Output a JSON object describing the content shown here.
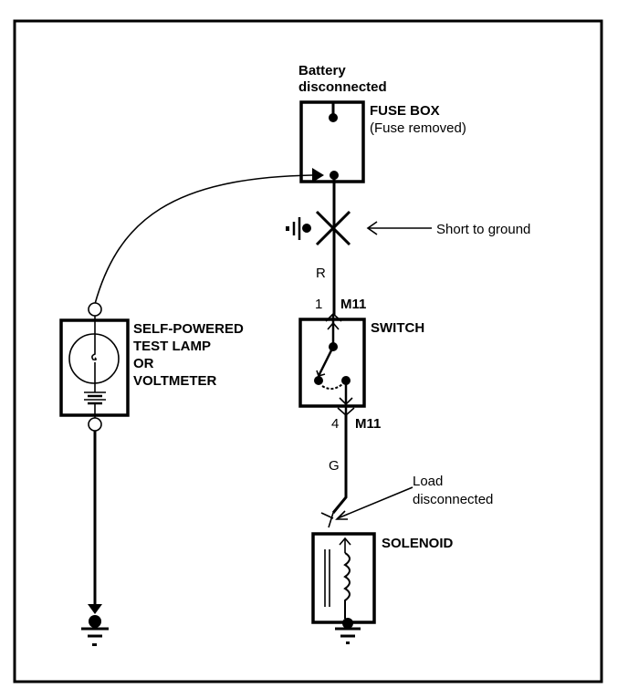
{
  "diagram": {
    "type": "wiring-schematic",
    "title": "Short to ground test",
    "colors": {
      "line": "#000000",
      "background": "#ffffff"
    },
    "labels": {
      "battery_line1": "Battery",
      "battery_line2": "disconnected",
      "fuse_box": "FUSE BOX",
      "fuse_removed": "(Fuse removed)",
      "short_to_ground": "Short to ground",
      "wire_color_r": "R",
      "pin_top": "1",
      "connector_top": "M11",
      "switch": "SWITCH",
      "pin_bottom": "4",
      "connector_bottom": "M11",
      "wire_color_g": "G",
      "load_line1": "Load",
      "load_line2": "disconnected",
      "solenoid": "SOLENOID",
      "tester_line1": "SELF-POWERED",
      "tester_line2": "TEST LAMP",
      "tester_line3": "OR",
      "tester_line4": "VOLTMETER"
    },
    "components": [
      {
        "id": "fuse-box",
        "name": "Fuse Box",
        "state": "Fuse removed"
      },
      {
        "id": "short",
        "name": "Short to ground"
      },
      {
        "id": "switch",
        "name": "Switch",
        "connectors": [
          "1 M11",
          "4 M11"
        ]
      },
      {
        "id": "solenoid",
        "name": "Solenoid",
        "state": "Load disconnected"
      },
      {
        "id": "tester",
        "name": "Self-powered test lamp or voltmeter"
      }
    ]
  }
}
